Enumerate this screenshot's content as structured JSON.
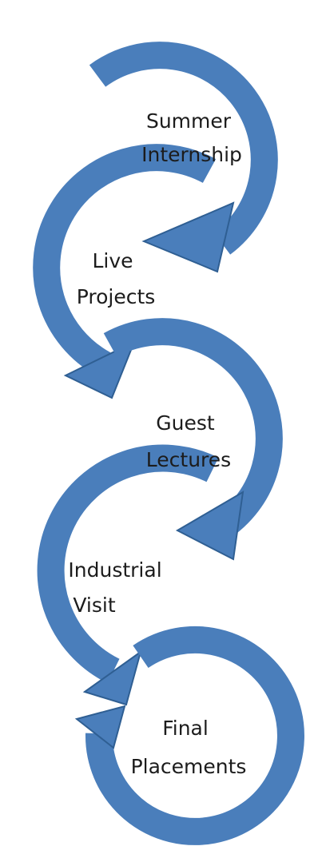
{
  "diagram": {
    "colors": {
      "arrow_fill": "#4a7ebb",
      "arrow_edge": "#2f5f93",
      "background": "#ffffff",
      "text": "#1c1c1c"
    },
    "steps": [
      {
        "line1": "Summer",
        "line2": "Internship"
      },
      {
        "line1": "Live",
        "line2": "Projects"
      },
      {
        "line1": "Guest",
        "line2": "Lectures"
      },
      {
        "line1": "Industrial",
        "line2": "Visit"
      },
      {
        "line1": "Final",
        "line2": "Placements"
      }
    ]
  }
}
